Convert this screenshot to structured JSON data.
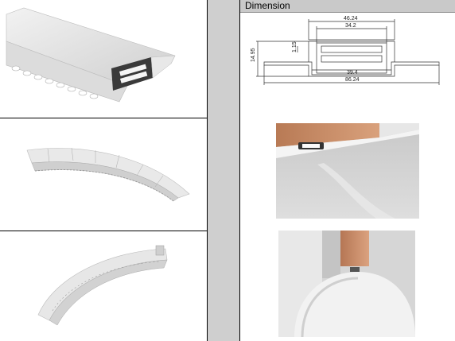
{
  "header": {
    "title": "Dimension"
  },
  "drawing": {
    "top_width": "46.24",
    "inner_width": "34.2",
    "height": "14.95",
    "lip": "1.15",
    "bottom_inner": "39.4",
    "overall_width": "86.24"
  },
  "photos": {
    "ceiling": "ceiling-led-profile-photo",
    "arch": "arch-led-profile-photo"
  }
}
